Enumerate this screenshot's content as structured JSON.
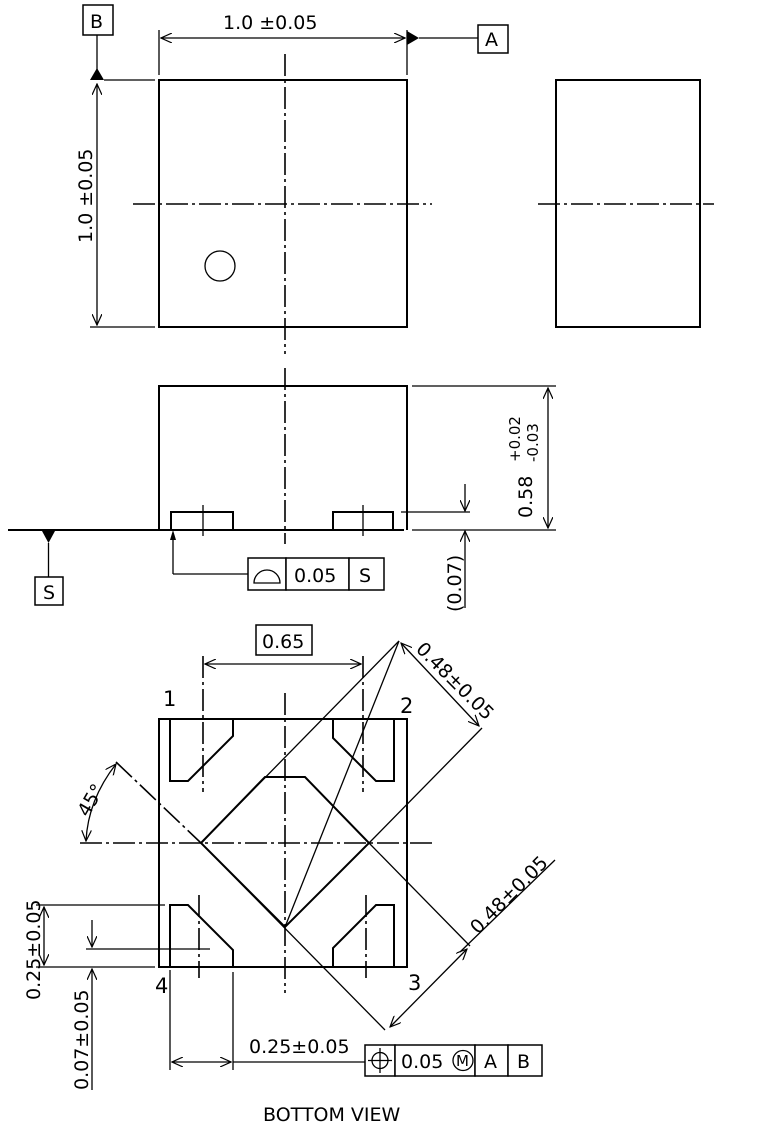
{
  "drawing": {
    "type": "package-outline-mechanical-drawing",
    "top_view": {
      "width_dim": "1.0 ±0.05",
      "height_dim": "1.0 ±0.05",
      "datum_a": "A",
      "datum_b": "B"
    },
    "side_view": {
      "height_dim_base": "0.58",
      "height_tol_plus": "+0.02",
      "height_tol_minus": "-0.03",
      "pad_height_dim": "(0.07)",
      "datum_s": "S",
      "fcf": {
        "symbol": "profile-of-surface",
        "tolerance": "0.05",
        "datum": "S"
      }
    },
    "bottom_view": {
      "title": "BOTTOM VIEW",
      "pitch_dim": "0.65",
      "diag_dim_top": "0.48±0.05",
      "diag_dim_bottom": "0.48±0.05",
      "angle_dim": "45°",
      "pad_len_dim": "0.25±0.05",
      "pad_width_dim": "0.25±0.05",
      "pad_offset_dim": "0.07±0.05",
      "pins": [
        "1",
        "2",
        "3",
        "4"
      ],
      "fcf": {
        "symbol": "position",
        "tolerance": "0.05",
        "modifier": "M",
        "datum1": "A",
        "datum2": "B"
      }
    }
  }
}
